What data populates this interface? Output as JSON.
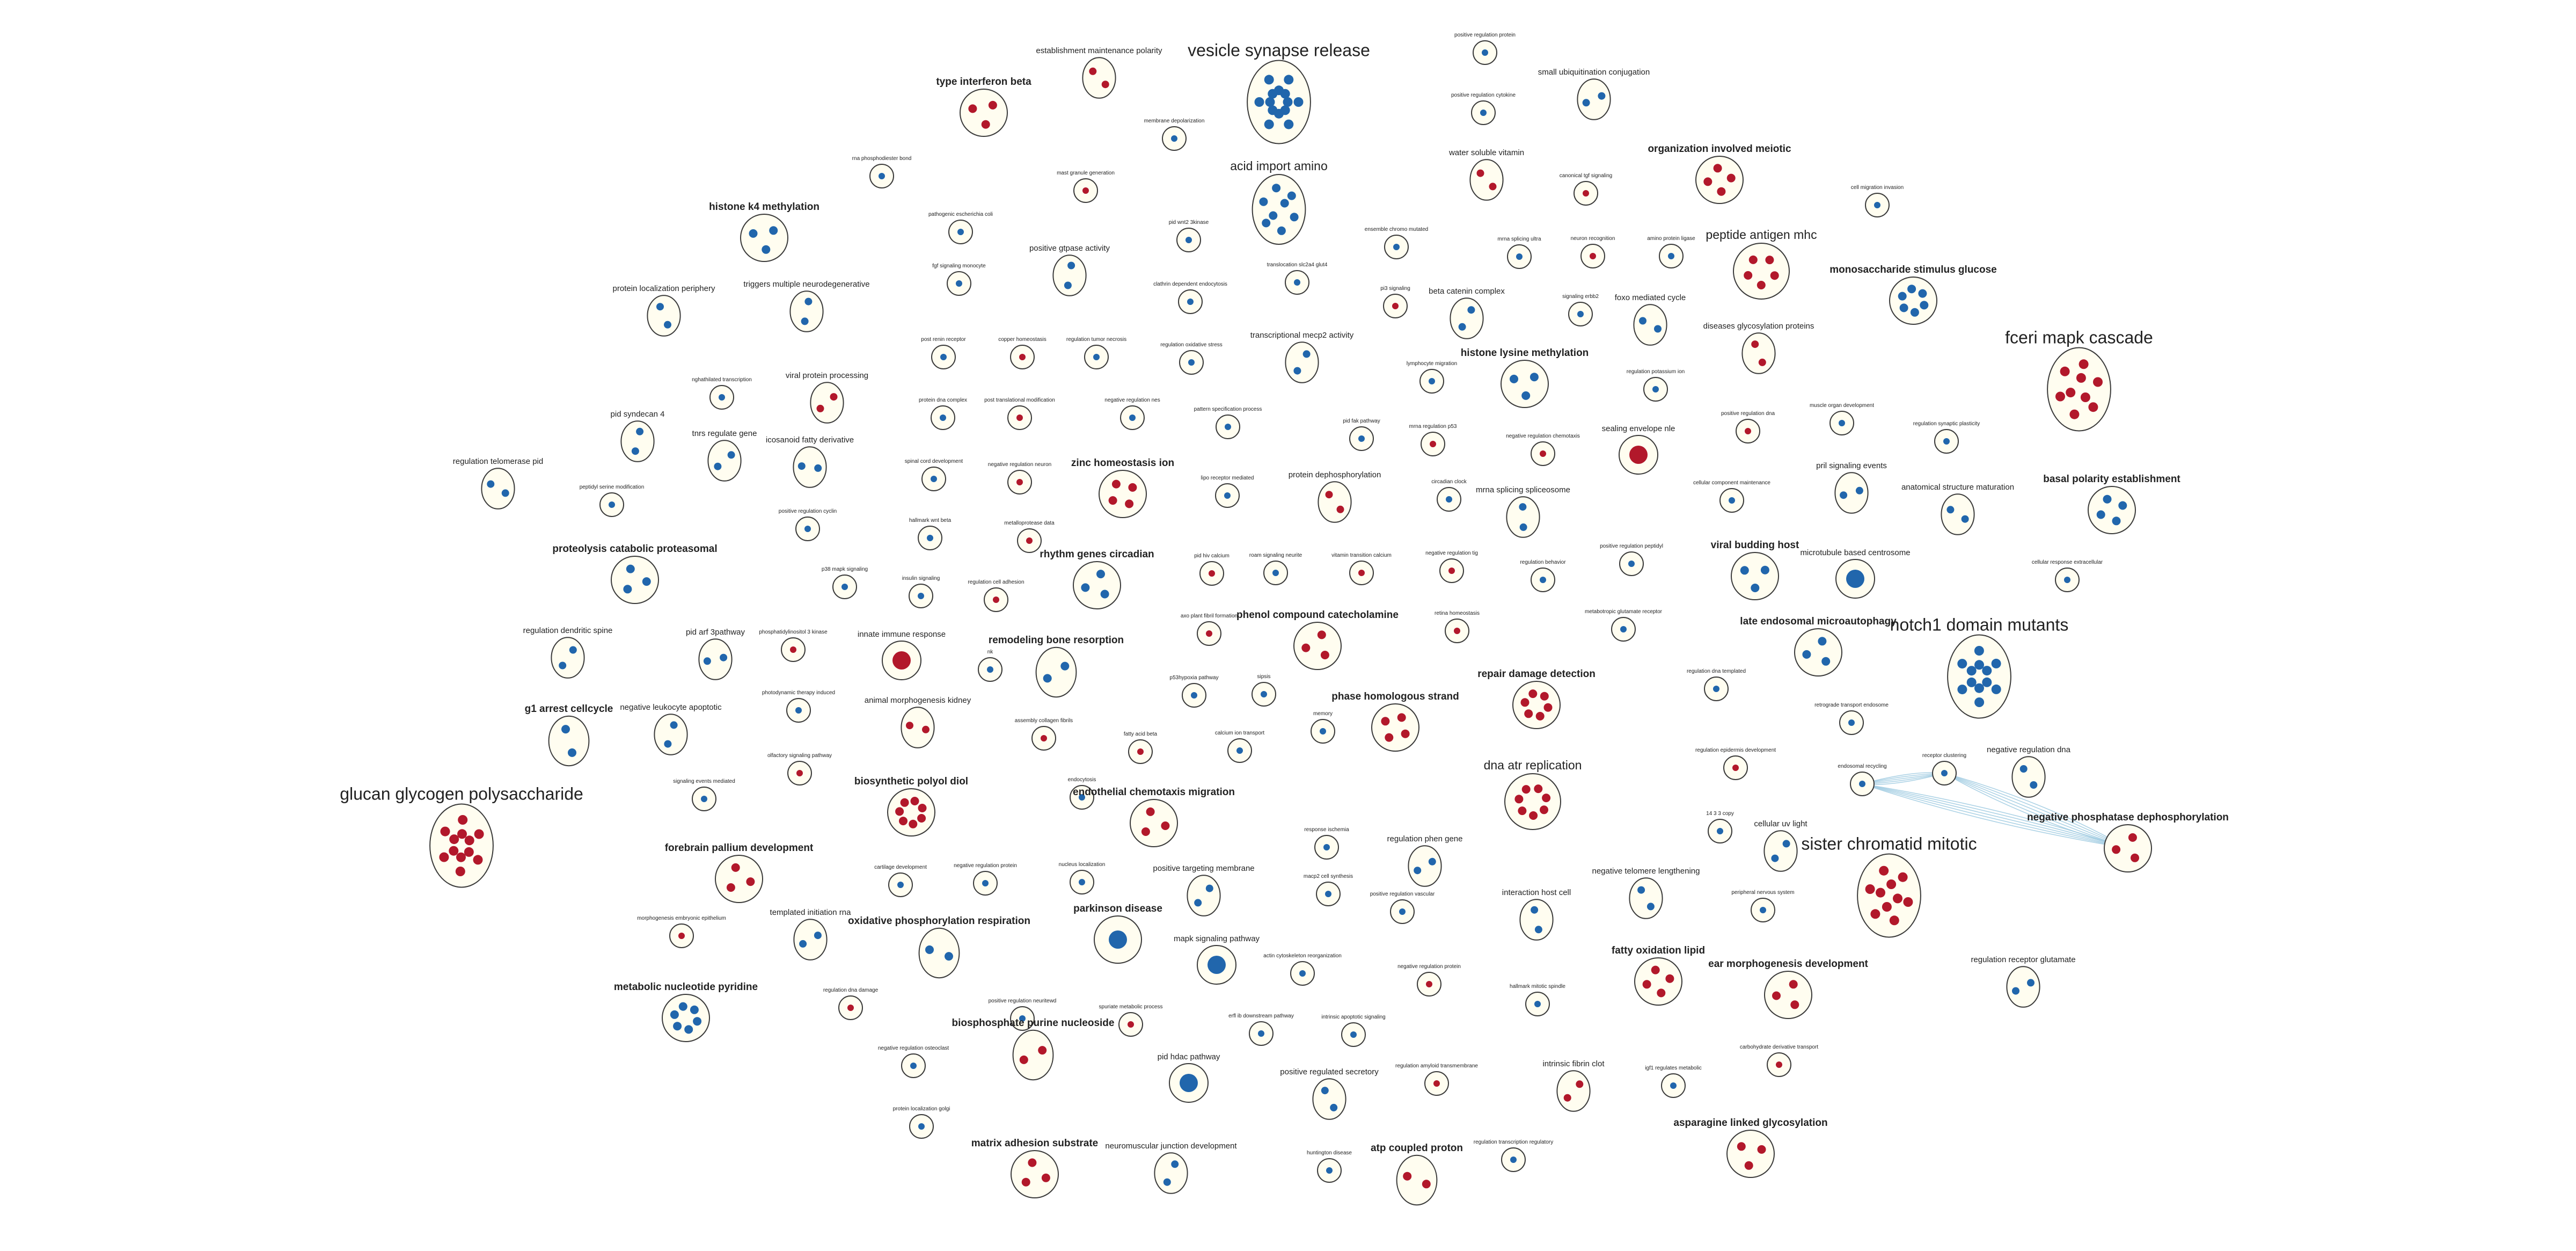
{
  "colors": {
    "up": "#b2182b",
    "down": "#2166ac",
    "cluster_fill": "#fffdf0",
    "edge": "#9ecae1"
  },
  "clusters": [
    {
      "label": "vesicle synapse release",
      "tier": 1,
      "color": "down",
      "n": 14
    },
    {
      "label": "establishment maintenance polarity",
      "tier": 4,
      "color": "up",
      "n": 2
    },
    {
      "label": "type interferon beta",
      "tier": 3,
      "color": "up",
      "n": 3
    },
    {
      "label": "positive regulation protein",
      "tier": 5,
      "color": "down",
      "n": 1
    },
    {
      "label": "small ubiquitination conjugation",
      "tier": 4,
      "color": "down",
      "n": 2
    },
    {
      "label": "positive regulation cytokine",
      "tier": 5,
      "color": "down",
      "n": 1
    },
    {
      "label": "membrane depolarization",
      "tier": 5,
      "color": "down",
      "n": 1
    },
    {
      "label": "rna phosphodiester bond",
      "tier": 5,
      "color": "down",
      "n": 1
    },
    {
      "label": "acid import amino",
      "tier": 2,
      "color": "down",
      "n": 8
    },
    {
      "label": "mast granule generation",
      "tier": 5,
      "color": "up",
      "n": 1
    },
    {
      "label": "water soluble vitamin",
      "tier": 4,
      "color": "up",
      "n": 2
    },
    {
      "label": "organization involved meiotic",
      "tier": 3,
      "color": "up",
      "n": 4
    },
    {
      "label": "canonical tgf signaling",
      "tier": 5,
      "color": "up",
      "n": 1
    },
    {
      "label": "cell migration invasion",
      "tier": 5,
      "color": "down",
      "n": 1
    },
    {
      "label": "histone k4 methylation",
      "tier": 3,
      "color": "down",
      "n": 3
    },
    {
      "label": "pathogenic escherichia coli",
      "tier": 5,
      "color": "down",
      "n": 1
    },
    {
      "label": "positive gtpase activity",
      "tier": 4,
      "color": "down",
      "n": 2
    },
    {
      "label": "pid wnt2 3kinase",
      "tier": 5,
      "color": "down",
      "n": 1
    },
    {
      "label": "ensemble chromo mutated",
      "tier": 5,
      "color": "down",
      "n": 1
    },
    {
      "label": "mrna splicing ultra",
      "tier": 5,
      "color": "down",
      "n": 1
    },
    {
      "label": "neuron recognition",
      "tier": 5,
      "color": "up",
      "n": 1
    },
    {
      "label": "amino protein ligase",
      "tier": 5,
      "color": "down",
      "n": 1
    },
    {
      "label": "peptide antigen mhc",
      "tier": 2,
      "color": "up",
      "n": 5
    },
    {
      "label": "monosaccharide stimulus glucose",
      "tier": 3,
      "color": "down",
      "n": 6
    },
    {
      "label": "protein localization periphery",
      "tier": 4,
      "color": "down",
      "n": 2
    },
    {
      "label": "triggers multiple neurodegenerative",
      "tier": 4,
      "color": "down",
      "n": 2
    },
    {
      "label": "fgf signaling monocyte",
      "tier": 5,
      "color": "down",
      "n": 1
    },
    {
      "label": "clathrin dependent endocytosis",
      "tier": 5,
      "color": "down",
      "n": 1
    },
    {
      "label": "translocation slc2a4 glut4",
      "tier": 5,
      "color": "down",
      "n": 1
    },
    {
      "label": "pi3 signaling",
      "tier": 5,
      "color": "up",
      "n": 1
    },
    {
      "label": "beta catenin complex",
      "tier": 4,
      "color": "down",
      "n": 2
    },
    {
      "label": "signaling erbb2",
      "tier": 5,
      "color": "down",
      "n": 1
    },
    {
      "label": "foxo mediated cycle",
      "tier": 4,
      "color": "down",
      "n": 2
    },
    {
      "label": "diseases glycosylation proteins",
      "tier": 4,
      "color": "up",
      "n": 2
    },
    {
      "label": "fceri mapk cascade",
      "tier": 1,
      "color": "up",
      "n": 9
    },
    {
      "label": "post renin receptor",
      "tier": 5,
      "color": "down",
      "n": 1
    },
    {
      "label": "copper homeostasis",
      "tier": 5,
      "color": "up",
      "n": 1
    },
    {
      "label": "regulation tumor necrosis",
      "tier": 5,
      "color": "down",
      "n": 1
    },
    {
      "label": "regulation oxidative stress",
      "tier": 5,
      "color": "down",
      "n": 1
    },
    {
      "label": "transcriptional mecp2 activity",
      "tier": 4,
      "color": "down",
      "n": 2
    },
    {
      "label": "lymphocyte migration",
      "tier": 5,
      "color": "down",
      "n": 1
    },
    {
      "label": "histone lysine methylation",
      "tier": 3,
      "color": "down",
      "n": 3
    },
    {
      "label": "regulation potassium ion",
      "tier": 5,
      "color": "down",
      "n": 1
    },
    {
      "label": "nghathilated transcription",
      "tier": 5,
      "color": "down",
      "n": 1
    },
    {
      "label": "viral protein processing",
      "tier": 4,
      "color": "up",
      "n": 2
    },
    {
      "label": "protein dna complex",
      "tier": 5,
      "color": "down",
      "n": 1
    },
    {
      "label": "post translational modification",
      "tier": 5,
      "color": "up",
      "n": 1
    },
    {
      "label": "negative regulation nes",
      "tier": 5,
      "color": "down",
      "n": 1
    },
    {
      "label": "pattern specification process",
      "tier": 5,
      "color": "down",
      "n": 1
    },
    {
      "label": "positive regulation dna",
      "tier": 5,
      "color": "up",
      "n": 1
    },
    {
      "label": "muscle organ development",
      "tier": 5,
      "color": "down",
      "n": 1
    },
    {
      "label": "regulation synaptic plasticity",
      "tier": 5,
      "color": "down",
      "n": 1
    },
    {
      "label": "pid syndecan 4",
      "tier": 4,
      "color": "down",
      "n": 2
    },
    {
      "label": "tnrs regulate gene",
      "tier": 4,
      "color": "down",
      "n": 2
    },
    {
      "label": "icosanoid fatty derivative",
      "tier": 4,
      "color": "down",
      "n": 2
    },
    {
      "label": "pid fak pathway",
      "tier": 5,
      "color": "down",
      "n": 1
    },
    {
      "label": "mrna regulation p53",
      "tier": 5,
      "color": "up",
      "n": 1
    },
    {
      "label": "negative regulation chemotaxis",
      "tier": 5,
      "color": "up",
      "n": 1
    },
    {
      "label": "sealing envelope nle",
      "tier": 4,
      "color": "up",
      "n": 1
    },
    {
      "label": "regulation telomerase pid",
      "tier": 4,
      "color": "down",
      "n": 2
    },
    {
      "label": "spinal cord development",
      "tier": 5,
      "color": "down",
      "n": 1
    },
    {
      "label": "negative regulation neuron",
      "tier": 5,
      "color": "up",
      "n": 1
    },
    {
      "label": "zinc homeostasis ion",
      "tier": 3,
      "color": "up",
      "n": 4
    },
    {
      "label": "lipo receptor mediated",
      "tier": 5,
      "color": "down",
      "n": 1
    },
    {
      "label": "protein dephosphorylation",
      "tier": 4,
      "color": "up",
      "n": 2
    },
    {
      "label": "circadian clock",
      "tier": 5,
      "color": "down",
      "n": 1
    },
    {
      "label": "cellular component maintenance",
      "tier": 5,
      "color": "down",
      "n": 1
    },
    {
      "label": "pril signaling events",
      "tier": 4,
      "color": "down",
      "n": 2
    },
    {
      "label": "anatomical structure maturation",
      "tier": 4,
      "color": "down",
      "n": 2
    },
    {
      "label": "basal polarity establishment",
      "tier": 3,
      "color": "down",
      "n": 4
    },
    {
      "label": "peptidyl serine modification",
      "tier": 5,
      "color": "down",
      "n": 1
    },
    {
      "label": "positive regulation cyclin",
      "tier": 5,
      "color": "down",
      "n": 1
    },
    {
      "label": "hallmark wnt beta",
      "tier": 5,
      "color": "down",
      "n": 1
    },
    {
      "label": "metalloprotease data",
      "tier": 5,
      "color": "up",
      "n": 1
    },
    {
      "label": "mrna splicing spliceosome",
      "tier": 4,
      "color": "down",
      "n": 2
    },
    {
      "label": "proteolysis catabolic proteasomal",
      "tier": 3,
      "color": "down",
      "n": 3
    },
    {
      "label": "p38 mapk signaling",
      "tier": 5,
      "color": "down",
      "n": 1
    },
    {
      "label": "insulin signaling",
      "tier": 5,
      "color": "down",
      "n": 1
    },
    {
      "label": "regulation cell adhesion",
      "tier": 5,
      "color": "up",
      "n": 1
    },
    {
      "label": "rhythm genes circadian",
      "tier": 3,
      "color": "down",
      "n": 3
    },
    {
      "label": "pid hiv calcium",
      "tier": 5,
      "color": "up",
      "n": 1
    },
    {
      "label": "roam signaling neurite",
      "tier": 5,
      "color": "down",
      "n": 1
    },
    {
      "label": "vitamin transition calcium",
      "tier": 5,
      "color": "up",
      "n": 1
    },
    {
      "label": "negative regulation tig",
      "tier": 5,
      "color": "up",
      "n": 1
    },
    {
      "label": "regulation behavior",
      "tier": 5,
      "color": "down",
      "n": 1
    },
    {
      "label": "positive regulation peptidyl",
      "tier": 5,
      "color": "down",
      "n": 1
    },
    {
      "label": "viral budding host",
      "tier": 3,
      "color": "down",
      "n": 3
    },
    {
      "label": "microtubule based centrosome",
      "tier": 4,
      "color": "down",
      "n": 1
    },
    {
      "label": "cellular response extracellular",
      "tier": 5,
      "color": "down",
      "n": 1
    },
    {
      "label": "retina homeostasis",
      "tier": 5,
      "color": "up",
      "n": 1
    },
    {
      "label": "metabotropic glutamate receptor",
      "tier": 5,
      "color": "down",
      "n": 1
    },
    {
      "label": "late endosomal microautophagy",
      "tier": 3,
      "color": "down",
      "n": 3
    },
    {
      "label": "notch1 domain mutants",
      "tier": 1,
      "color": "down",
      "n": 12
    },
    {
      "label": "regulation dendritic spine",
      "tier": 4,
      "color": "down",
      "n": 2
    },
    {
      "label": "pid arf 3pathway",
      "tier": 4,
      "color": "down",
      "n": 2
    },
    {
      "label": "phosphatidylinositol 3 kinase",
      "tier": 5,
      "color": "up",
      "n": 1
    },
    {
      "label": "innate immune response",
      "tier": 4,
      "color": "up",
      "n": 1
    },
    {
      "label": "nk",
      "tier": 5,
      "color": "down",
      "n": 1
    },
    {
      "label": "remodeling bone resorption",
      "tier": 3,
      "color": "down",
      "n": 2
    },
    {
      "label": "axo plant fibril formation",
      "tier": 5,
      "color": "up",
      "n": 1
    },
    {
      "label": "phenol compound catecholamine",
      "tier": 3,
      "color": "up",
      "n": 3
    },
    {
      "label": "p53hypoxia pathway",
      "tier": 5,
      "color": "down",
      "n": 1
    },
    {
      "label": "sipsis",
      "tier": 5,
      "color": "down",
      "n": 1
    },
    {
      "label": "regulation dna templated",
      "tier": 5,
      "color": "down",
      "n": 1
    },
    {
      "label": "retrograde transport endosome",
      "tier": 5,
      "color": "down",
      "n": 1
    },
    {
      "label": "g1 arrest cellcycle",
      "tier": 3,
      "color": "down",
      "n": 2
    },
    {
      "label": "negative leukocyte apoptotic",
      "tier": 4,
      "color": "down",
      "n": 2
    },
    {
      "label": "photodynamic therapy induced",
      "tier": 5,
      "color": "down",
      "n": 1
    },
    {
      "label": "animal morphogenesis kidney",
      "tier": 4,
      "color": "up",
      "n": 2
    },
    {
      "label": "assembly collagen fibrils",
      "tier": 5,
      "color": "up",
      "n": 1
    },
    {
      "label": "fatty acid beta",
      "tier": 5,
      "color": "up",
      "n": 1
    },
    {
      "label": "calcium ion transport",
      "tier": 5,
      "color": "down",
      "n": 1
    },
    {
      "label": "memory",
      "tier": 5,
      "color": "down",
      "n": 1
    },
    {
      "label": "phase homologous strand",
      "tier": 3,
      "color": "up",
      "n": 4
    },
    {
      "label": "repair damage detection",
      "tier": 3,
      "color": "up",
      "n": 6
    },
    {
      "label": "regulation epidermis development",
      "tier": 5,
      "color": "up",
      "n": 1
    },
    {
      "label": "endosomal recycling",
      "tier": 5,
      "color": "down",
      "n": 1
    },
    {
      "label": "receptor clustering",
      "tier": 5,
      "color": "down",
      "n": 1
    },
    {
      "label": "negative regulation dna",
      "tier": 4,
      "color": "down",
      "n": 2
    },
    {
      "label": "olfactory signaling pathway",
      "tier": 5,
      "color": "up",
      "n": 1
    },
    {
      "label": "biosynthetic polyol diol",
      "tier": 3,
      "color": "up",
      "n": 7
    },
    {
      "label": "signaling events mediated",
      "tier": 5,
      "color": "down",
      "n": 1
    },
    {
      "label": "endocytosis",
      "tier": 5,
      "color": "down",
      "n": 1
    },
    {
      "label": "endothelial chemotaxis migration",
      "tier": 3,
      "color": "up",
      "n": 3
    },
    {
      "label": "dna atr replication",
      "tier": 2,
      "color": "up",
      "n": 7
    },
    {
      "label": "glucan glycogen polysaccharide",
      "tier": 1,
      "color": "up",
      "n": 12
    },
    {
      "label": "forebrain pallium development",
      "tier": 3,
      "color": "up",
      "n": 3
    },
    {
      "label": "response ischemia",
      "tier": 5,
      "color": "down",
      "n": 1
    },
    {
      "label": "14 3 3 copy",
      "tier": 5,
      "color": "down",
      "n": 1
    },
    {
      "label": "cellular uv light",
      "tier": 4,
      "color": "down",
      "n": 2
    },
    {
      "label": "negative phosphatase dephosphorylation",
      "tier": 3,
      "color": "up",
      "n": 3
    },
    {
      "label": "cartilage development",
      "tier": 5,
      "color": "down",
      "n": 1
    },
    {
      "label": "negative regulation protein",
      "tier": 5,
      "color": "down",
      "n": 1
    },
    {
      "label": "nucleus localization",
      "tier": 5,
      "color": "down",
      "n": 1
    },
    {
      "label": "regulation phen gene",
      "tier": 4,
      "color": "down",
      "n": 2
    },
    {
      "label": "sister chromatid mitotic",
      "tier": 1,
      "color": "up",
      "n": 10
    },
    {
      "label": "negative telomere lengthening",
      "tier": 4,
      "color": "down",
      "n": 2
    },
    {
      "label": "peripheral nervous system",
      "tier": 5,
      "color": "down",
      "n": 1
    },
    {
      "label": "positive targeting membrane",
      "tier": 4,
      "color": "down",
      "n": 2
    },
    {
      "label": "macp2 cell synthesis",
      "tier": 5,
      "color": "down",
      "n": 1
    },
    {
      "label": "positive regulation vascular",
      "tier": 5,
      "color": "down",
      "n": 1
    },
    {
      "label": "interaction host cell",
      "tier": 4,
      "color": "down",
      "n": 2
    },
    {
      "label": "morphogenesis embryonic epithelium",
      "tier": 5,
      "color": "up",
      "n": 1
    },
    {
      "label": "templated initiation rna",
      "tier": 4,
      "color": "down",
      "n": 2
    },
    {
      "label": "oxidative phosphorylation respiration",
      "tier": 3,
      "color": "down",
      "n": 2
    },
    {
      "label": "parkinson disease",
      "tier": 3,
      "color": "down",
      "n": 1
    },
    {
      "label": "mapk signaling pathway",
      "tier": 4,
      "color": "down",
      "n": 1
    },
    {
      "label": "actin cytoskeleton reorganization",
      "tier": 5,
      "color": "down",
      "n": 1
    },
    {
      "label": "negative regulation protein",
      "tier": 5,
      "color": "up",
      "n": 1
    },
    {
      "label": "hallmark mitotic spindle",
      "tier": 5,
      "color": "down",
      "n": 1
    },
    {
      "label": "fatty oxidation lipid",
      "tier": 3,
      "color": "up",
      "n": 4
    },
    {
      "label": "ear morphogenesis development",
      "tier": 3,
      "color": "up",
      "n": 3
    },
    {
      "label": "regulation receptor glutamate",
      "tier": 4,
      "color": "down",
      "n": 2
    },
    {
      "label": "metabolic nucleotide pyridine",
      "tier": 3,
      "color": "down",
      "n": 6
    },
    {
      "label": "regulation dna damage",
      "tier": 5,
      "color": "up",
      "n": 1
    },
    {
      "label": "positive regulation neuritewd",
      "tier": 5,
      "color": "down",
      "n": 1
    },
    {
      "label": "spuriate metabolic process",
      "tier": 5,
      "color": "up",
      "n": 1
    },
    {
      "label": "erfl ib downstream pathway",
      "tier": 5,
      "color": "down",
      "n": 1
    },
    {
      "label": "intrinsic apoptotic signaling",
      "tier": 5,
      "color": "down",
      "n": 1
    },
    {
      "label": "carbohydrate derivative transport",
      "tier": 5,
      "color": "up",
      "n": 1
    },
    {
      "label": "negative regulation osteoclast",
      "tier": 5,
      "color": "down",
      "n": 1
    },
    {
      "label": "biosphosphate purine nucleoside",
      "tier": 3,
      "color": "up",
      "n": 2
    },
    {
      "label": "pid hdac pathway",
      "tier": 4,
      "color": "down",
      "n": 1
    },
    {
      "label": "positive regulated secretory",
      "tier": 4,
      "color": "down",
      "n": 2
    },
    {
      "label": "regulation amyloid transmembrane",
      "tier": 5,
      "color": "up",
      "n": 1
    },
    {
      "label": "intrinsic fibrin clot",
      "tier": 4,
      "color": "up",
      "n": 2
    },
    {
      "label": "igf1 regulates metabolic",
      "tier": 5,
      "color": "down",
      "n": 1
    },
    {
      "label": "protein localization golgi",
      "tier": 5,
      "color": "down",
      "n": 1
    },
    {
      "label": "matrix adhesion substrate",
      "tier": 3,
      "color": "up",
      "n": 3
    },
    {
      "label": "neuromuscular junction development",
      "tier": 4,
      "color": "down",
      "n": 2
    },
    {
      "label": "huntington disease",
      "tier": 5,
      "color": "down",
      "n": 1
    },
    {
      "label": "atp coupled proton",
      "tier": 3,
      "color": "up",
      "n": 2
    },
    {
      "label": "regulation transcription regulatory",
      "tier": 5,
      "color": "down",
      "n": 1
    },
    {
      "label": "asparagine linked glycosylation",
      "tier": 3,
      "color": "up",
      "n": 3
    }
  ]
}
